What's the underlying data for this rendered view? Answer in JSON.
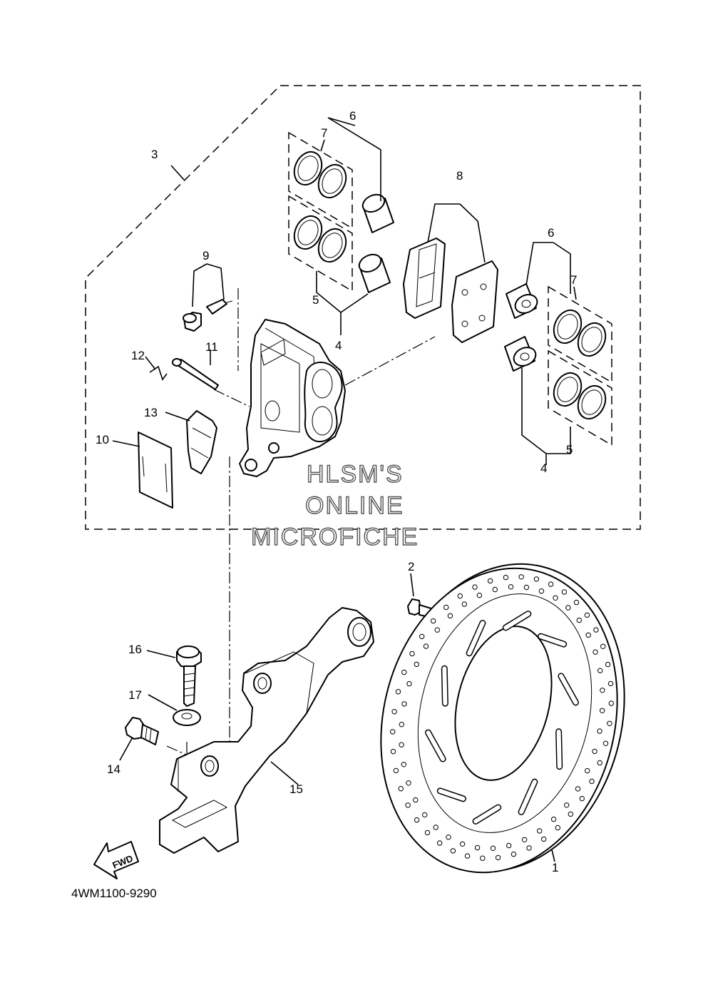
{
  "diagram": {
    "part_code": "4WM1100-9290",
    "fwd_label": "FWD",
    "watermark": [
      "HLSM'S",
      "ONLINE",
      "MICROFICHE"
    ],
    "callouts": [
      "1",
      "2",
      "3",
      "4",
      "5",
      "6",
      "7",
      "8",
      "9",
      "10",
      "11",
      "12",
      "13",
      "14",
      "15",
      "16",
      "17"
    ]
  }
}
